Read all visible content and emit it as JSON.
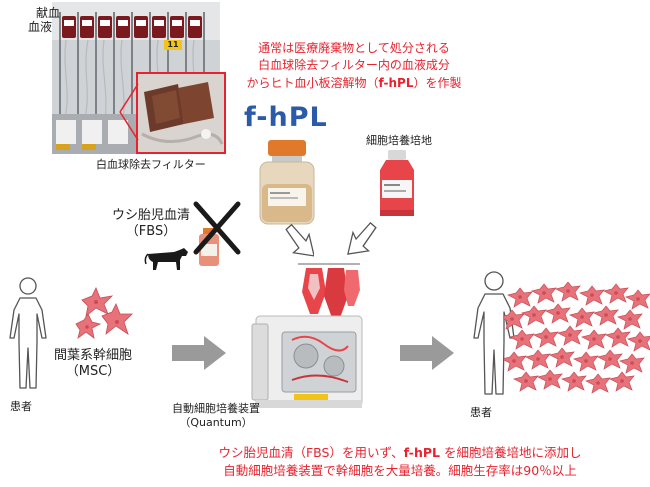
{
  "top_note": {
    "line1": "通常は医療廃棄物として処分される",
    "line2": "白血球除去フィルター内の血液成分",
    "line3_prefix": "からヒト血小板溶解物（",
    "line3_bold": "f-hPL",
    "line3_suffix": "）を作製"
  },
  "donated_blood_label_1": "献血",
  "donated_blood_label_2": "血液",
  "bag_number": "11",
  "filter_label": "白血球除去フィルター",
  "fhpl_title": "f-hPL",
  "culture_medium_label": "細胞培養培地",
  "fbs_label_1": "ウシ胎児血清",
  "fbs_label_2": "（FBS）",
  "msc_label_1": "間葉系幹細胞",
  "msc_label_2": "（MSC）",
  "patient_left_label": "患者",
  "device_label_1": "自動細胞培養装置",
  "device_label_2": "（Quantum）",
  "patient_right_label": "患者",
  "bottom_note": {
    "line1_prefix": "ウシ胎児血清（FBS）を用いず、",
    "line1_bold": "f-hPL",
    "line1_suffix": " を細胞培養培地に添加し",
    "line2": "自動細胞培養装置で幹細胞を大量培養。細胞生存率は90％以上"
  },
  "colors": {
    "accent_red": "#e8232f",
    "title_blue": "#2b5aa8",
    "cell_pink": "#e8727a",
    "arrow_gray": "#9a9a9a"
  }
}
